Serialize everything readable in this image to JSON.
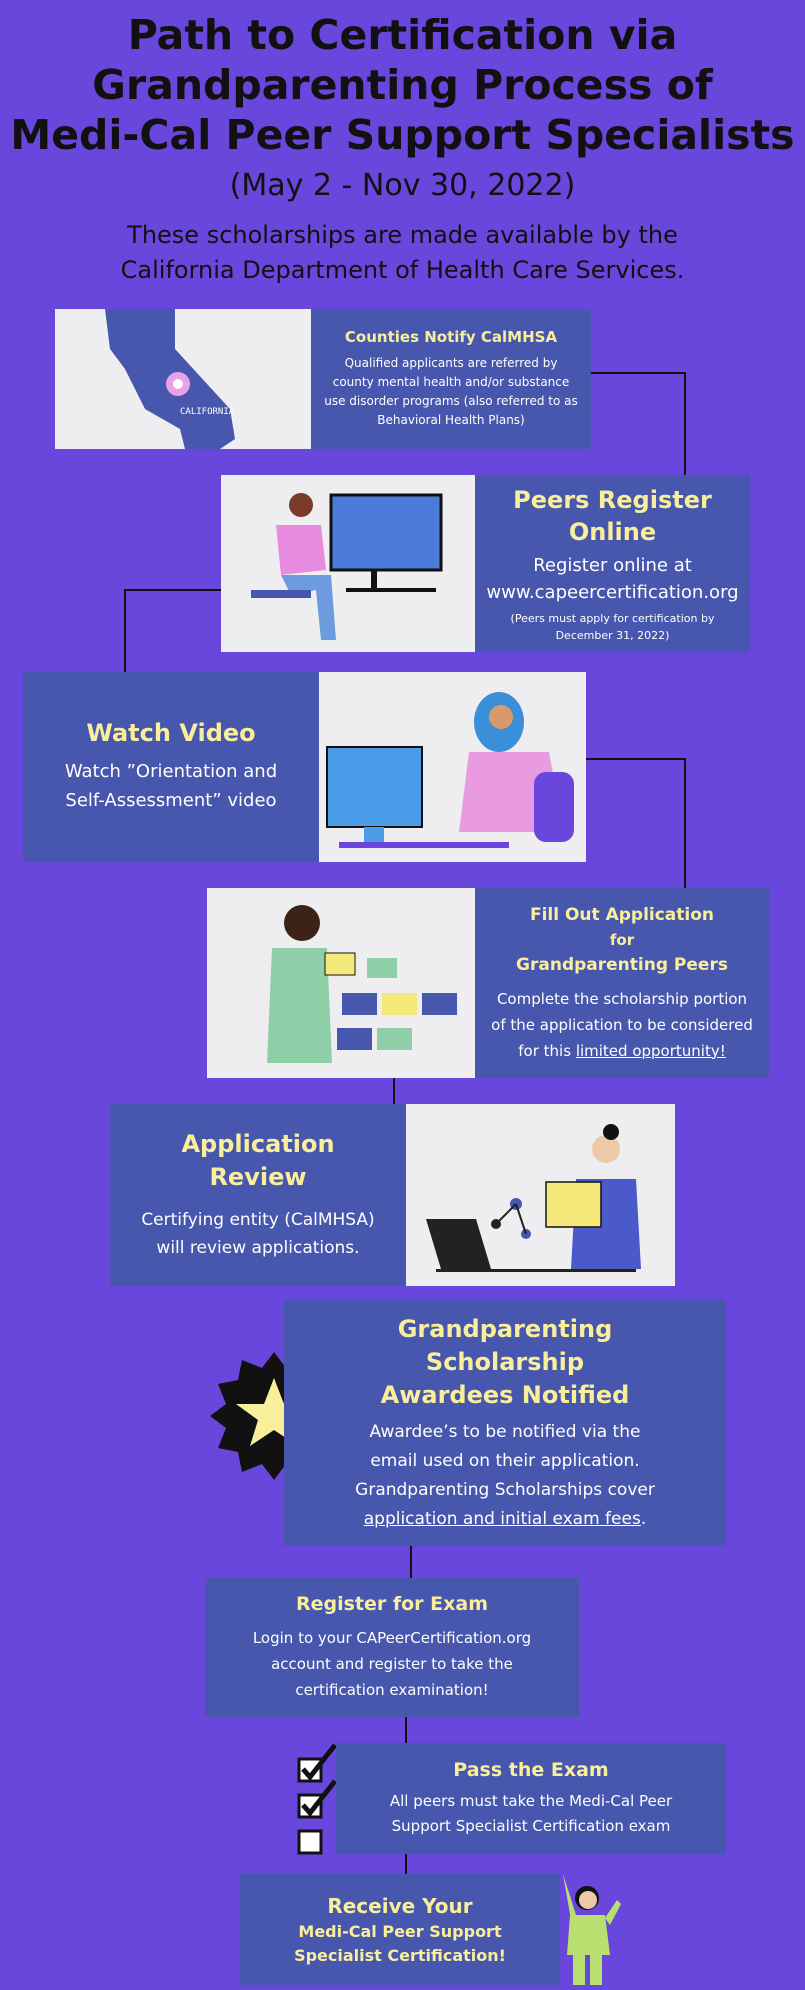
{
  "header": {
    "title_line1": "Path to Certification via",
    "title_line2": "Grandparenting Process of",
    "title_line3": "Medi-Cal Peer Support Specialists",
    "dates": "(May 2 - Nov 30, 2022)",
    "intro_line1": "These scholarships are made available by the",
    "intro_line2": "California Department of Health Care Services."
  },
  "steps": {
    "s1": {
      "heading": "Counties Notify CalMHSA",
      "body": "Qualified applicants are referred by county mental health and/or substance use disorder programs (also referred to as Behavioral Health Plans)",
      "map_label": "CALIFORNIA"
    },
    "s2": {
      "heading_line1": "Peers Register",
      "heading_line2": "Online",
      "body_line1": "Register online at",
      "body_line2": "www.capeercertification.org",
      "note_line1": "(Peers must apply for certification by",
      "note_line2": "December 31, 2022)"
    },
    "s3": {
      "heading": "Watch Video",
      "body_line1": "Watch ”Orientation and",
      "body_line2": "Self-Assessment” video"
    },
    "s4": {
      "heading_line1": "Fill Out Application",
      "heading_line2": "for",
      "heading_line3": "Grandparenting Peers",
      "body_line1": "Complete the scholarship portion",
      "body_line2": "of the application to be considered",
      "body_prefix": "for this ",
      "body_link": "limited opportunity!"
    },
    "s5": {
      "heading_line1": "Application",
      "heading_line2": "Review",
      "body_line1": "Certifying entity (CalMHSA)",
      "body_line2": "will review applications."
    },
    "s6": {
      "heading_line1": "Grandparenting",
      "heading_line2": "Scholarship",
      "heading_line3": "Awardees Notified",
      "body_line1": "Awardee’s to be notified via the",
      "body_line2": "email used on their application.",
      "body_line3": "Grandparenting Scholarships cover",
      "body_link": "application and initial exam fees",
      "body_suffix": "."
    },
    "s7": {
      "heading": "Register for Exam",
      "body_line1": "Login to your CAPeerCertification.org",
      "body_line2": "account and register to take the",
      "body_line3": "certification examination!"
    },
    "s8": {
      "heading": "Pass the Exam",
      "body_line1": "All peers must take the Medi-Cal Peer",
      "body_line2": "Support Specialist Certification exam"
    },
    "s9": {
      "heading_line1": "Receive Your",
      "heading_line2": "Medi-Cal Peer Support",
      "heading_line3": "Specialist Certification!"
    }
  },
  "colors": {
    "background": "#6a47dc",
    "card": "#4657ad",
    "heading_yellow": "#f9ef9a",
    "image_bg": "#eeeef1"
  }
}
